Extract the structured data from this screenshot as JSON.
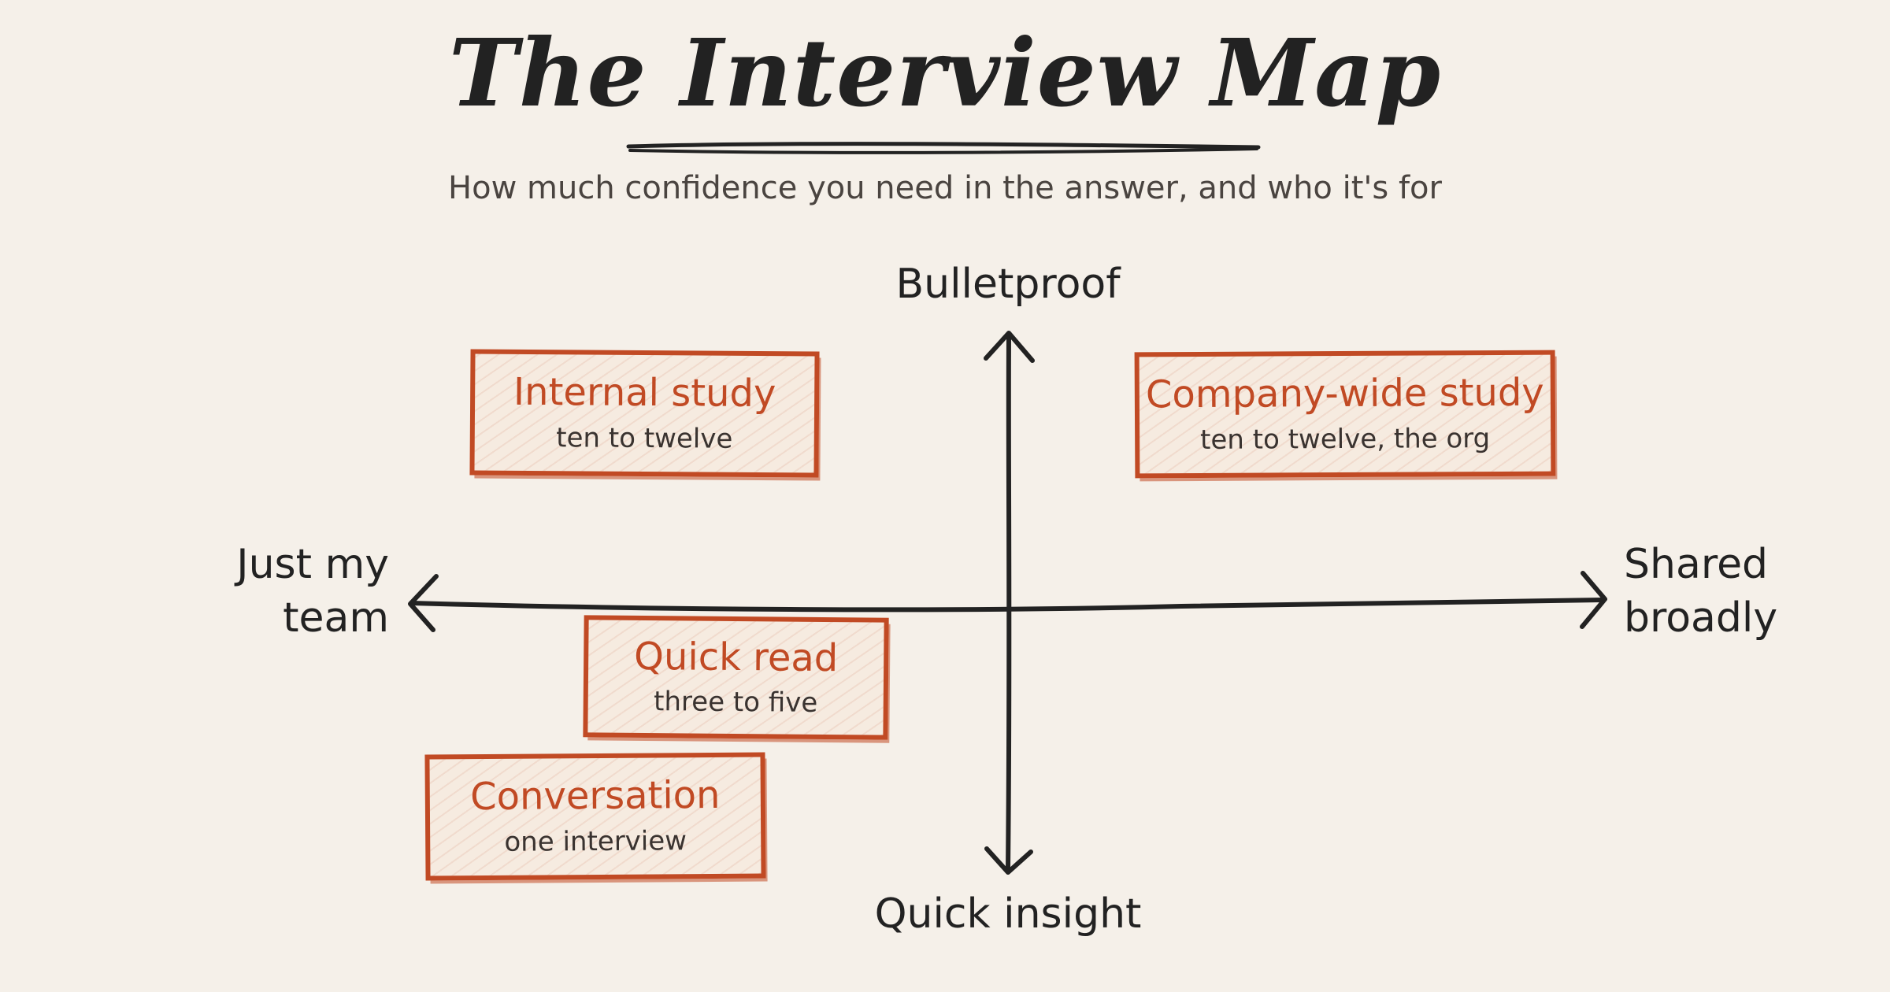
{
  "title": "The Interview Map",
  "subtitle": "How much confidence you need in the answer, and who it's for",
  "axes": {
    "top": "Bulletproof",
    "bottom": "Quick insight",
    "left": "Just my team",
    "right": "Shared broadly"
  },
  "boxes": [
    {
      "title": "Internal study",
      "subtitle": "ten to twelve"
    },
    {
      "title": "Company-wide study",
      "subtitle": "ten to twelve, the org"
    },
    {
      "title": "Quick read",
      "subtitle": "three to five"
    },
    {
      "title": "Conversation",
      "subtitle": "one interview"
    }
  ],
  "colors": {
    "background": "#f5f0e9",
    "ink": "#222222",
    "accent": "#c14a24",
    "box_fill": "#f6ebe0"
  }
}
